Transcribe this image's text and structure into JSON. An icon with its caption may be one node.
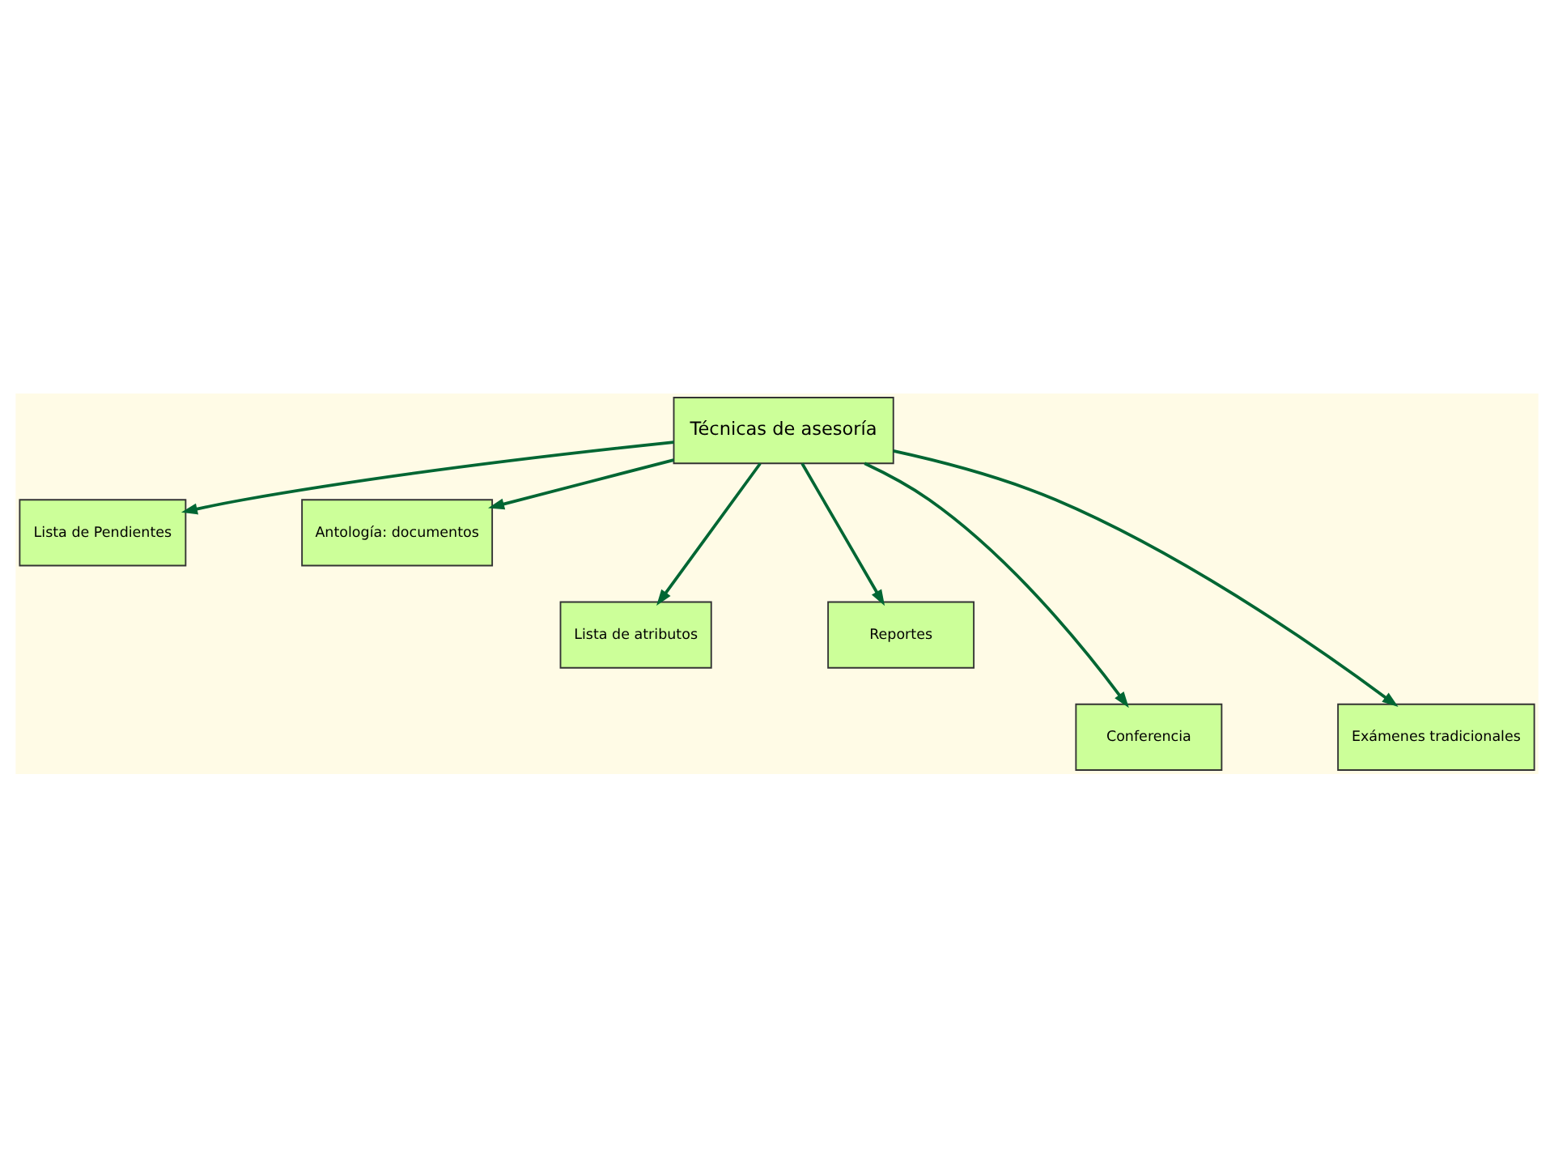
{
  "diagram": {
    "nodes": [
      {
        "text": [
          "Técnicas de asesoría"
        ]
      },
      {
        "text": [
          "Lista de Pendientes"
        ]
      },
      {
        "text": [
          "Antología: documentos"
        ]
      },
      {
        "text": [
          "Lista de atributos"
        ]
      },
      {
        "text": [
          "Reportes"
        ]
      },
      {
        "text": [
          "Conferencia"
        ]
      },
      {
        "text": [
          "Exámenes tradicionales"
        ]
      }
    ],
    "edges": [
      {
        "from": 0,
        "to": 1,
        "arrow": "to"
      },
      {
        "from": 0,
        "to": 2,
        "arrow": "to"
      },
      {
        "from": 0,
        "to": 3,
        "arrow": "to"
      },
      {
        "from": 0,
        "to": 4,
        "arrow": "to"
      },
      {
        "from": 0,
        "to": 5,
        "arrow": "to"
      },
      {
        "from": 0,
        "to": 6,
        "arrow": "to"
      }
    ]
  }
}
